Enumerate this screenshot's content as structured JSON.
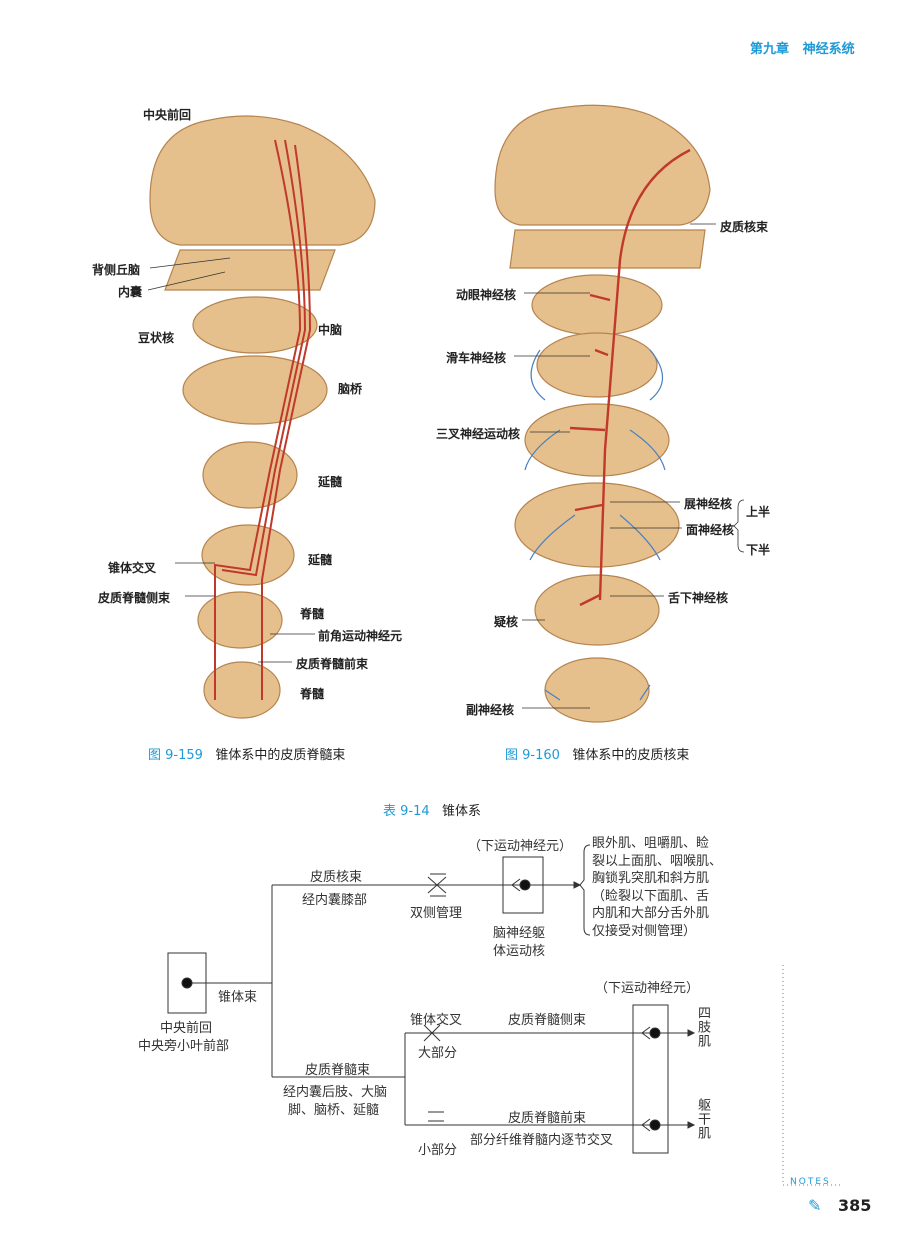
{
  "header": {
    "chapter": "第九章",
    "title": "神经系统"
  },
  "figure_left": {
    "labels": [
      "中央前回",
      "背侧丘脑",
      "内囊",
      "豆状核",
      "中脑",
      "脑桥",
      "延髓",
      "延髓",
      "锥体交叉",
      "皮质脊髓侧束",
      "脊髓",
      "前角运动神经元",
      "皮质脊髓前束",
      "脊髓"
    ],
    "number": "图 9-159",
    "caption": "锥体系中的皮质脊髓束"
  },
  "figure_right": {
    "labels": [
      "皮质核束",
      "动眼神经核",
      "滑车神经核",
      "三叉神经运动核",
      "展神经核",
      "面神经核",
      "上半",
      "下半",
      "舌下神经核",
      "疑核",
      "副神经核"
    ],
    "number": "图 9-160",
    "caption": "锥体系中的皮质核束"
  },
  "table": {
    "number": "表 9-14",
    "title": "锥体系",
    "origin": [
      "中央前回",
      "中央旁小叶前部"
    ],
    "pyramidal_tract": "锥体束",
    "corticonuclear": {
      "name": "皮质核束",
      "route": "经内囊膝部",
      "control": "双侧管理",
      "lmn": "（下运动神经元）",
      "nucleus": [
        "脑神经躯",
        "体运动核"
      ],
      "targets": [
        "眼外肌、咀嚼肌、睑",
        "裂以上面肌、咽喉肌、",
        "胸锁乳突肌和斜方肌",
        "（睑裂以下面肌、舌",
        "内肌和大部分舌外肌",
        "仅接受对侧管理）"
      ]
    },
    "corticospinal": {
      "name": "皮质脊髓束",
      "route": [
        "经内囊后肢、大脑",
        "脚、脑桥、延髓"
      ],
      "lmn": "（下运动神经元）",
      "decussation": "锥体交叉",
      "major": "大部分",
      "lateral": "皮质脊髓侧束",
      "limb": "四肢肌",
      "minor": "小部分",
      "anterior": "皮质脊髓前束",
      "anterior_note": "部分纤维脊髓内逐节交叉",
      "trunk": "躯干肌"
    }
  },
  "notes": {
    "label": "NOTES",
    "page": "385"
  }
}
